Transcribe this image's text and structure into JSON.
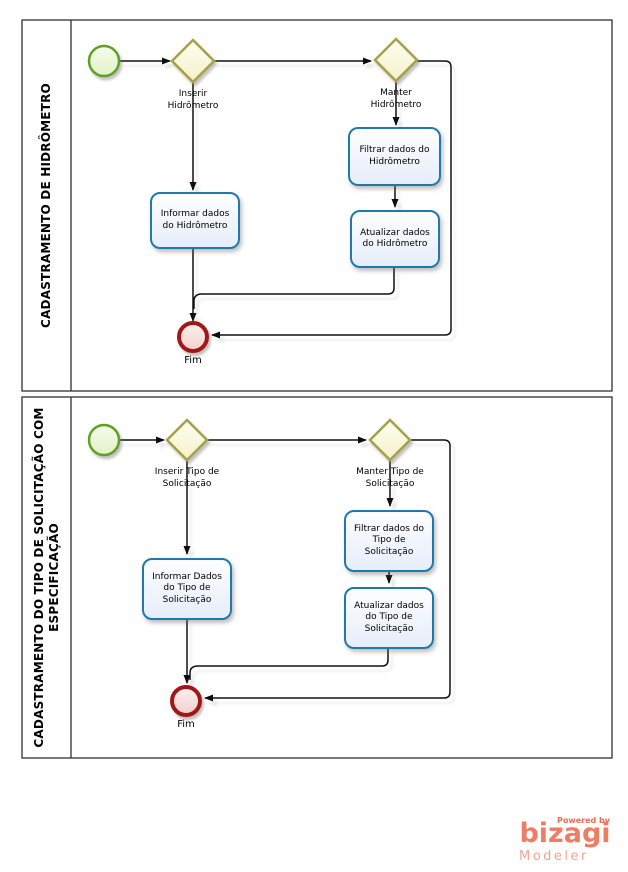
{
  "colors": {
    "task_border": "#2079a8",
    "gateway_border": "#a6a148",
    "start_border": "#61a122",
    "end_border": "#a21616",
    "connector": "#111111",
    "brand_coral": "#ee7d64"
  },
  "lanes": [
    {
      "title": "CADASTRAMENTO DE HIDRÔMETRO",
      "gateway_inserir": "Inserir\nHidrômetro",
      "gateway_manter": "Manter\nHidrômetro",
      "task_informar": "Informar dados\ndo Hidrômetro",
      "task_filtrar": "Filtrar dados do\nHidrômetro",
      "task_atualizar": "Atualizar dados\ndo Hidrômetro",
      "end_label": "Fim"
    },
    {
      "title": "CADASTRAMENTO DO TIPO DE SOLICITAÇÃO COM\nESPECIFICAÇÃO",
      "gateway_inserir": "Inserir Tipo de\nSolicitação",
      "gateway_manter": "Manter Tipo de\nSolicitação",
      "task_informar": "Informar Dados\ndo Tipo de\nSolicitação",
      "task_filtrar": "Filtrar dados do\nTipo de\nSolicitação",
      "task_atualizar": "Atualizar dados\ndo Tipo de\nSolicitação",
      "end_label": "Fim"
    }
  ],
  "branding": {
    "powered_by": "Powered by",
    "brand": "bizagi",
    "product": "Modeler"
  }
}
